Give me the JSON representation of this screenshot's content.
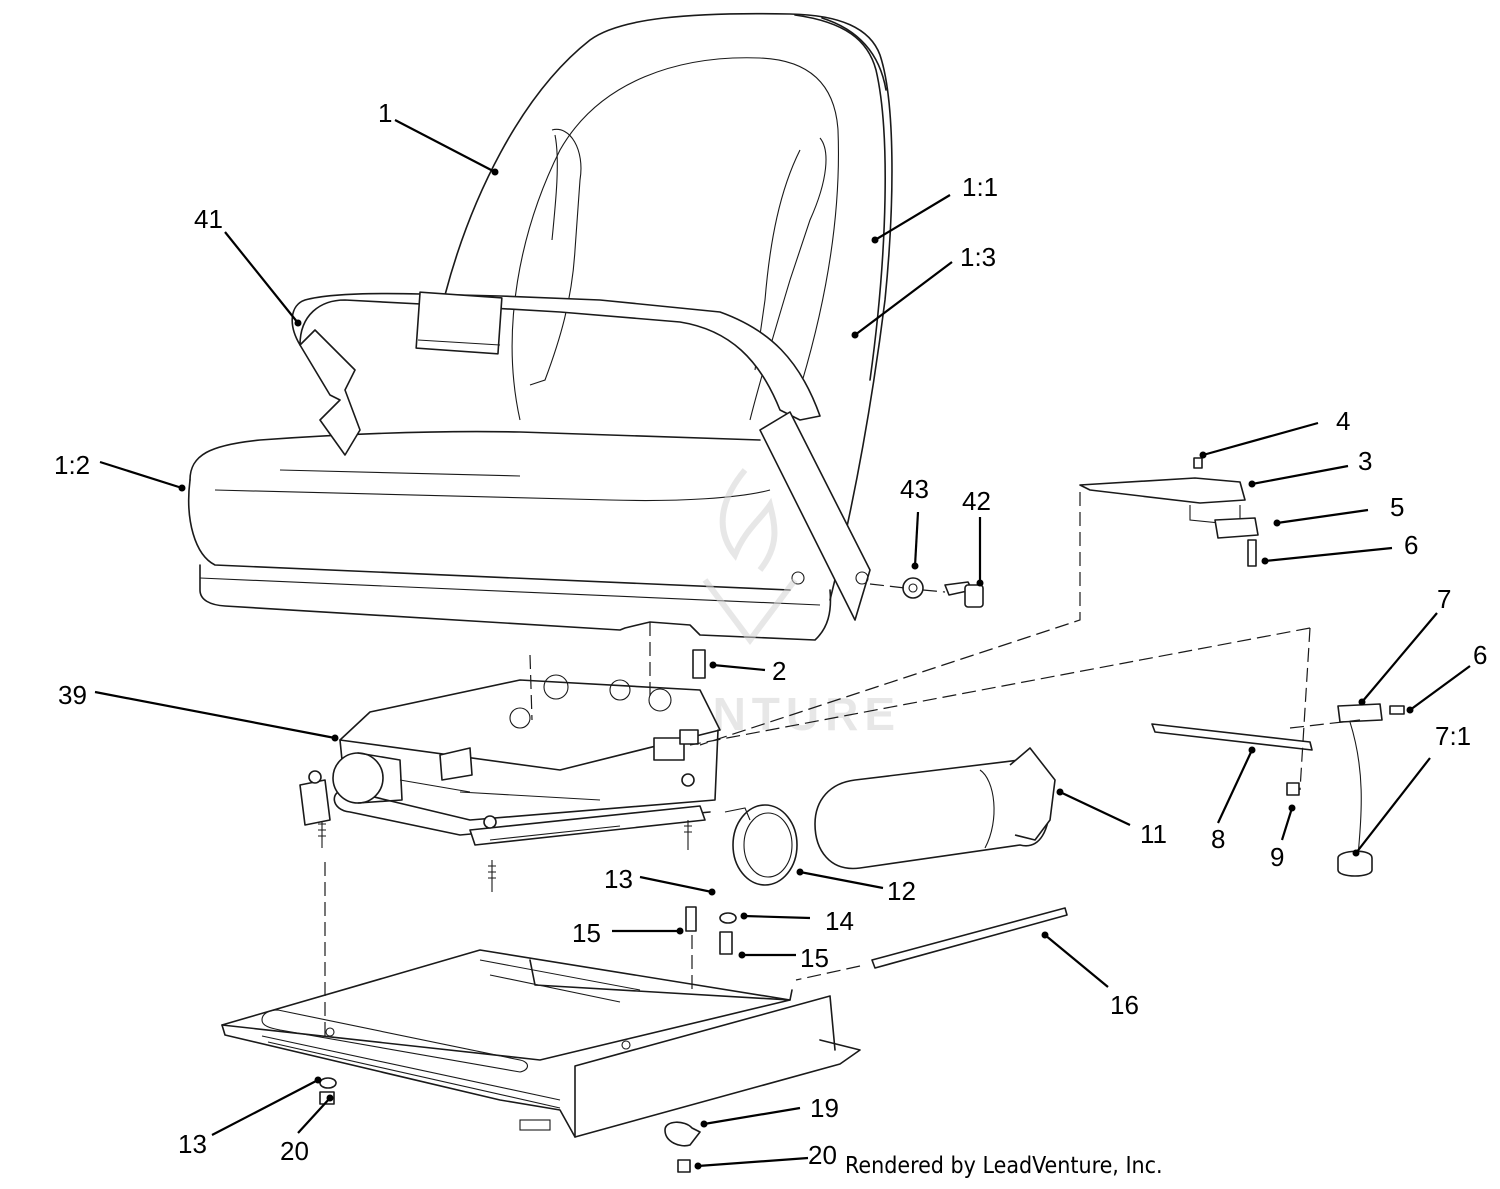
{
  "callouts": {
    "c1": "1",
    "c1_1": "1:1",
    "c1_3": "1:3",
    "c41": "41",
    "c1_2": "1:2",
    "c43": "43",
    "c42": "42",
    "c4": "4",
    "c3": "3",
    "c5": "5",
    "c6a": "6",
    "c2": "2",
    "c39": "39",
    "c7": "7",
    "c6b": "6",
    "c7_1": "7:1",
    "c11": "11",
    "c8": "8",
    "c9": "9",
    "c13a": "13",
    "c12": "12",
    "c14": "14",
    "c15a": "15",
    "c15b": "15",
    "c16": "16",
    "c19": "19",
    "c13b": "13",
    "c20a": "20",
    "c20b": "20"
  },
  "credit": "Rendered by LeadVenture, Inc.",
  "watermark": "LEADVENTURE",
  "colors": {
    "line": "#1a1a1a",
    "watermark": "#d4d4d4",
    "background": "#ffffff"
  }
}
